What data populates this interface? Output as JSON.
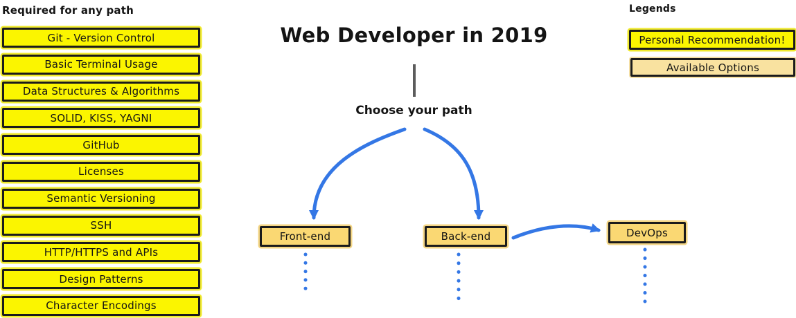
{
  "center": {
    "title": "Web Developer in 2019",
    "choose_label": "Choose your path",
    "paths": [
      {
        "label": "Front-end"
      },
      {
        "label": "Back-end"
      },
      {
        "label": "DevOps"
      }
    ]
  },
  "left_panel": {
    "header": "Required for any path",
    "items": [
      "Git - Version Control",
      "Basic Terminal Usage",
      "Data Structures & Algorithms",
      "SOLID, KISS, YAGNI",
      "GitHub",
      "Licenses",
      "Semantic Versioning",
      "SSH",
      "HTTP/HTTPS and APIs",
      "Design Patterns",
      "Character Encodings"
    ]
  },
  "legend": {
    "header": "Legends",
    "personal_label": "Personal Recommendation!",
    "available_label": "Available Options"
  },
  "colors": {
    "recommendation_yellow": "#FBF500",
    "option_orange": "#FAD873",
    "legend_available_tan": "#F9E2A0",
    "arrow_blue": "#3477E5",
    "connector_gray": "#5C5C5C",
    "border_black": "#1B1B1B"
  }
}
